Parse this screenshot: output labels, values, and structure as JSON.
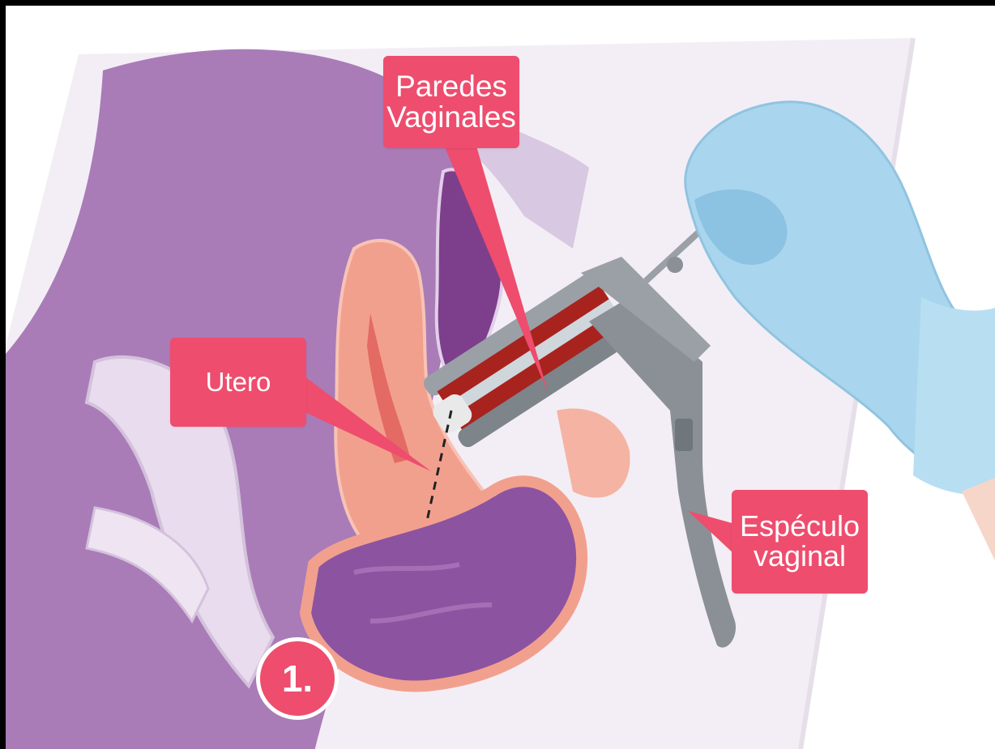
{
  "labels": {
    "paredes_line1": "Paredes",
    "paredes_line2": "Vaginales",
    "utero": "Utero",
    "especulo_line1": "Espéculo",
    "especulo_line2": "vaginal"
  },
  "step_number": "1.",
  "colors": {
    "label_bg": "#ee4d6e",
    "label_text": "#ffffff",
    "tissue_pink": "#f2a08e",
    "organ_purple": "#8b5a9a",
    "background_lilac": "#ece4f0",
    "glove_blue": "#a9d6ee",
    "speculum_gray": "#8a9096",
    "vaginal_wall_red": "#a8231e"
  }
}
